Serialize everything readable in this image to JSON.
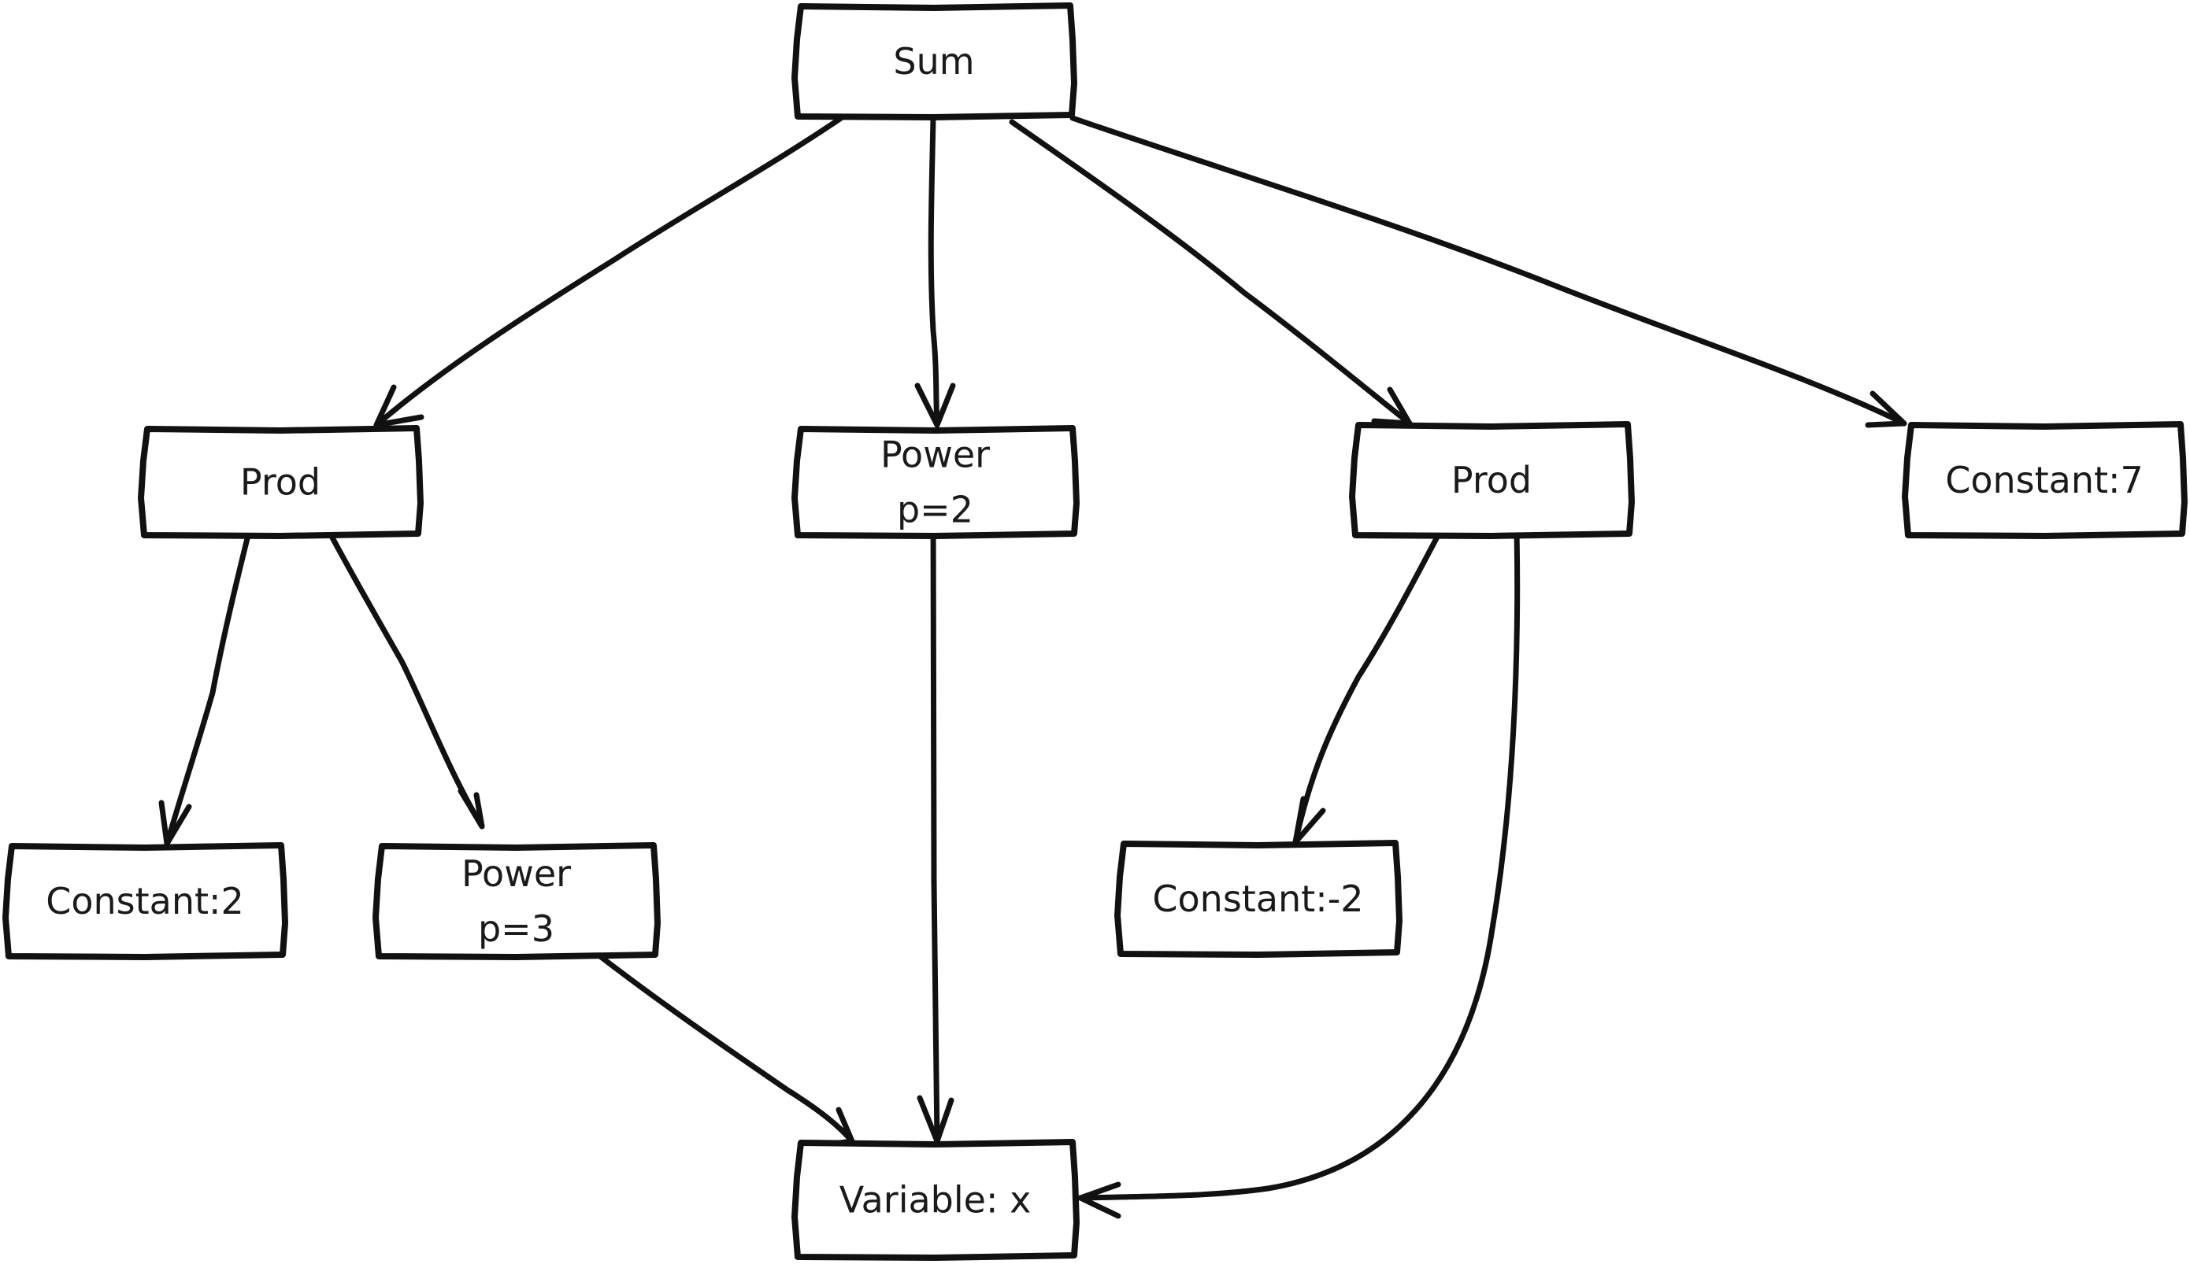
{
  "nodes": [
    {
      "id": "sum",
      "lines": [
        "Sum"
      ]
    },
    {
      "id": "prod-left",
      "lines": [
        "Prod"
      ]
    },
    {
      "id": "power-p2",
      "lines": [
        "Power",
        "p=2"
      ]
    },
    {
      "id": "prod-right",
      "lines": [
        "Prod"
      ]
    },
    {
      "id": "constant-7",
      "lines": [
        "Constant:7"
      ]
    },
    {
      "id": "constant-2",
      "lines": [
        "Constant:2"
      ]
    },
    {
      "id": "power-p3",
      "lines": [
        "Power",
        "p=3"
      ]
    },
    {
      "id": "constant-neg2",
      "lines": [
        "Constant:-2"
      ]
    },
    {
      "id": "variable-x",
      "lines": [
        "Variable: x"
      ]
    }
  ],
  "edges": [
    {
      "from": "sum",
      "to": "prod-left"
    },
    {
      "from": "sum",
      "to": "power-p2"
    },
    {
      "from": "sum",
      "to": "prod-right"
    },
    {
      "from": "sum",
      "to": "constant-7"
    },
    {
      "from": "prod-left",
      "to": "constant-2"
    },
    {
      "from": "prod-left",
      "to": "power-p3"
    },
    {
      "from": "power-p2",
      "to": "variable-x"
    },
    {
      "from": "power-p3",
      "to": "variable-x"
    },
    {
      "from": "prod-right",
      "to": "constant-neg2"
    },
    {
      "from": "prod-right",
      "to": "variable-x"
    }
  ],
  "style": {
    "stroke_color": "#111111",
    "box_fill": "#ffffff",
    "text_color": "#1a1a1a"
  }
}
